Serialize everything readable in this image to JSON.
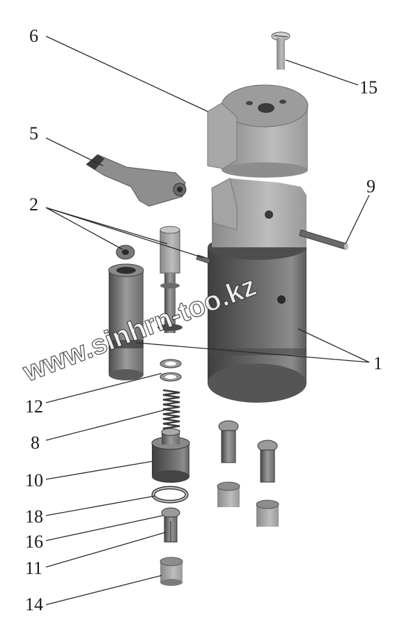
{
  "diagram": {
    "watermark": "www.sinhrn-too.kz",
    "callouts": {
      "c1": "1",
      "c2": "2",
      "c5": "5",
      "c6": "6",
      "c8": "8",
      "c9": "9",
      "c10": "10",
      "c11": "11",
      "c12": "12",
      "c14": "14",
      "c15": "15",
      "c16": "16",
      "c18": "18"
    }
  }
}
